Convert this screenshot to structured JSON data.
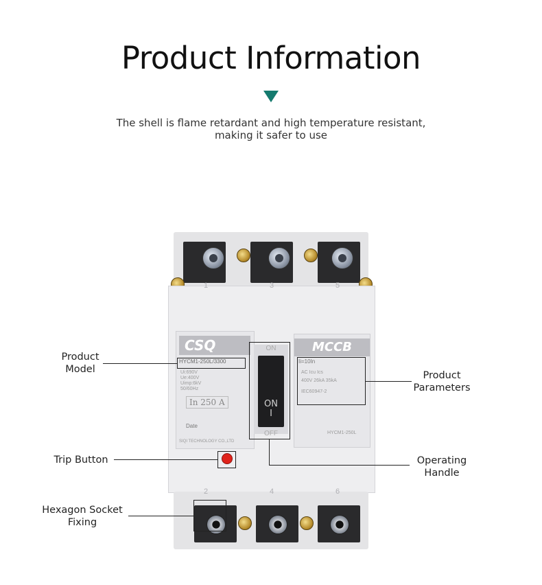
{
  "header": {
    "title": "Product Information",
    "accent_color": "#147a6e",
    "subtitle_line1": "The shell is flame retardant and high temperature resistant,",
    "subtitle_line2": "making it safer to use"
  },
  "callouts": {
    "product_model": [
      "Product",
      "Model"
    ],
    "trip_button": "Trip Button",
    "hexagon_socket": [
      "Hexagon Socket",
      "Fixing"
    ],
    "product_parameters": [
      "Product",
      "Parameters"
    ],
    "operating_handle": [
      "Operating",
      "Handle"
    ]
  },
  "device": {
    "brand": "CSQ",
    "model": "HYCM1-250L/3300",
    "type_badge": "MCCB",
    "left_specs": [
      "Ui:690V",
      "Ue:400V",
      "Uimp:6kV",
      "50/60Hz"
    ],
    "rating": "In  250  A",
    "date_label": "Date",
    "maker": "SIQI TECHNOLOGY CO.,LTD",
    "params_header": "Ii=10In",
    "params_row1": "AC     Icu     Ics",
    "params_row2": "400V   26kA    35kA",
    "standard": "IEC60947-2",
    "footer_model": "HYCM1-250L",
    "handle_on": "ON",
    "handle_i": "I",
    "handle_off": "OFF",
    "terminals_top": [
      "1",
      "3",
      "5"
    ],
    "terminals_bottom": [
      "2",
      "4",
      "6"
    ]
  }
}
